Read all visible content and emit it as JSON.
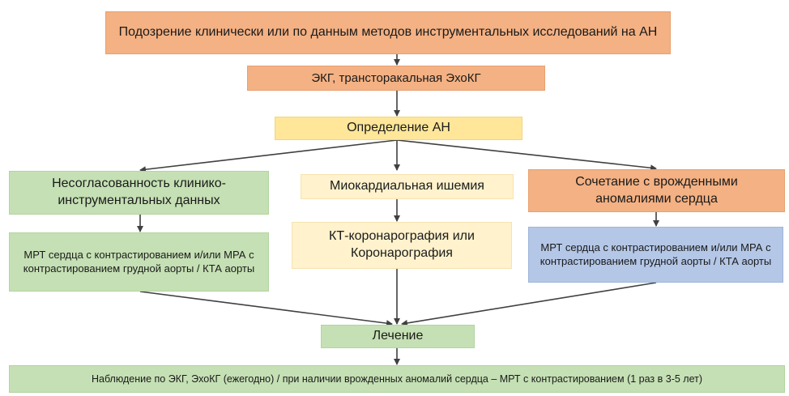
{
  "boxes": {
    "suspicion": "Подозрение клинически или по данным методов инструментальных исследований на АН",
    "ecg_echo": "ЭКГ, трансторакальная ЭхоКГ",
    "definition": "Определение АН",
    "inconsistency": "Несогласованность клинико-инструментальных данных",
    "ischemia": "Миокардиальная ишемия",
    "congenital": "Сочетание с врожденными аномалиями сердца",
    "mri_left": "МРТ сердца с контрастированием и/или МРА с контрастированием грудной аорты / КТА аорты",
    "ct_coronary": "КТ-коронарография или Коронарография",
    "mri_right": "МРТ сердца с контрастированием и/или МРА с контрастированием грудной аорты / КТА аорты",
    "treatment": "Лечение",
    "observation": "Наблюдение по ЭКГ, ЭхоКГ (ежегодно) / при наличии врожденных аномалий сердца – МРТ с контрастированием (1 раз в 3-5 лет)"
  },
  "colors": {
    "orange": "#f4b183",
    "yellow": "#ffe699",
    "cream": "#fff2cc",
    "green": "#c5e0b4",
    "blue": "#b4c7e7",
    "arrow": "#404040"
  }
}
